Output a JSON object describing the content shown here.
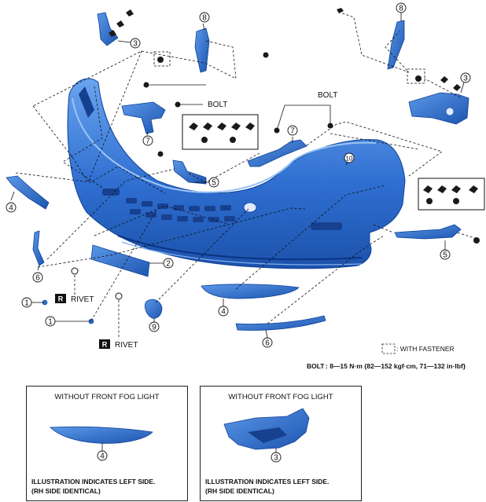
{
  "callouts": {
    "n1": "1",
    "n2": "2",
    "n3": "3",
    "n4": "4",
    "n5": "5",
    "n6": "6",
    "n7": "7",
    "n8": "8",
    "n9": "9",
    "n10": "10"
  },
  "labels": {
    "bolt": "BOLT",
    "rivet": "RIVET",
    "r_badge": "R"
  },
  "legend": {
    "fastener": ": WITH FASTENER",
    "torque_label": "BOLT",
    "torque_value": ": 8—15 N·m {82—152 kgf·cm, 71—132 in·lbf}"
  },
  "panel_left": {
    "title": "WITHOUT FRONT FOG LIGHT",
    "callout": "4",
    "note_line1": "ILLUSTRATION INDICATES LEFT SIDE.",
    "note_line2": "(RH SIDE IDENTICAL)"
  },
  "panel_right": {
    "title": "WITHOUT FRONT FOG LIGHT",
    "callout": "3",
    "note_line1": "ILLUSTRATION INDICATES LEFT SIDE.",
    "note_line2": "(RH SIDE IDENTICAL)"
  },
  "colors": {
    "part_fill": "#2f6fd1",
    "part_edge": "#0d3f98",
    "highlight": "#7fb0f0",
    "fastener": "#1a1a1a"
  }
}
